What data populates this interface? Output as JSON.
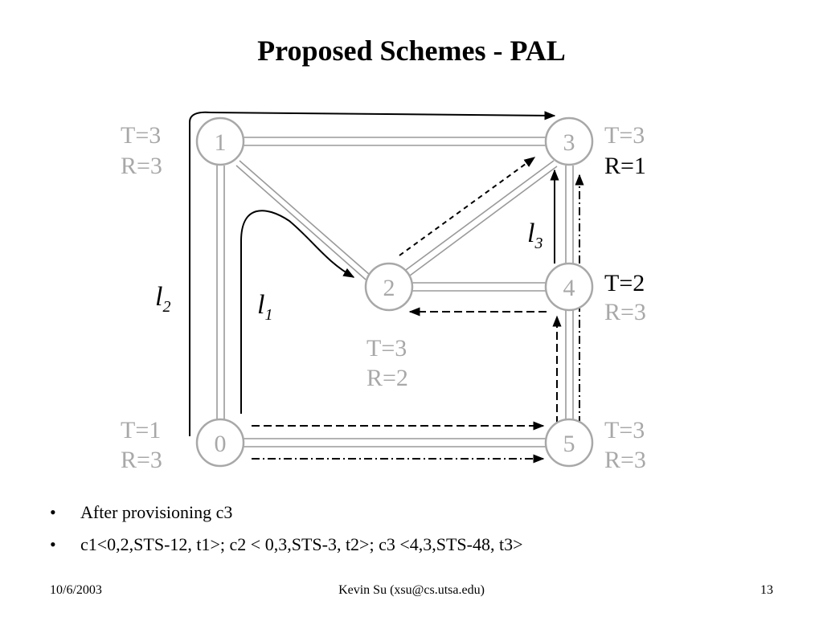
{
  "title": "Proposed Schemes - PAL",
  "diagram": {
    "nodes": [
      {
        "id": "0",
        "t": "T=1",
        "r": "R=3"
      },
      {
        "id": "1",
        "t": "T=3",
        "r": "R=3"
      },
      {
        "id": "2",
        "t": "T=3",
        "r": "R=2"
      },
      {
        "id": "3",
        "t": "T=3",
        "r": "R=1"
      },
      {
        "id": "4",
        "t": "T=2",
        "r": "R=3"
      },
      {
        "id": "5",
        "t": "T=3",
        "r": "R=3"
      }
    ],
    "links": [
      {
        "l": "l",
        "sub": "1"
      },
      {
        "l": "l",
        "sub": "2"
      },
      {
        "l": "l",
        "sub": "3"
      }
    ]
  },
  "bullets": [
    "After provisioning c3",
    "c1<0,2,STS-12, t1>; c2 < 0,3,STS-3, t2>; c3 <4,3,STS-48, t3>"
  ],
  "bullet_glyph": "•",
  "footer": {
    "date": "10/6/2003",
    "author": "Kevin Su (xsu@cs.utsa.edu)",
    "page": "13"
  },
  "colors": {
    "node_gray": "#a8a8a8",
    "link_gray": "#9a9a9a",
    "path_black": "#000000"
  }
}
